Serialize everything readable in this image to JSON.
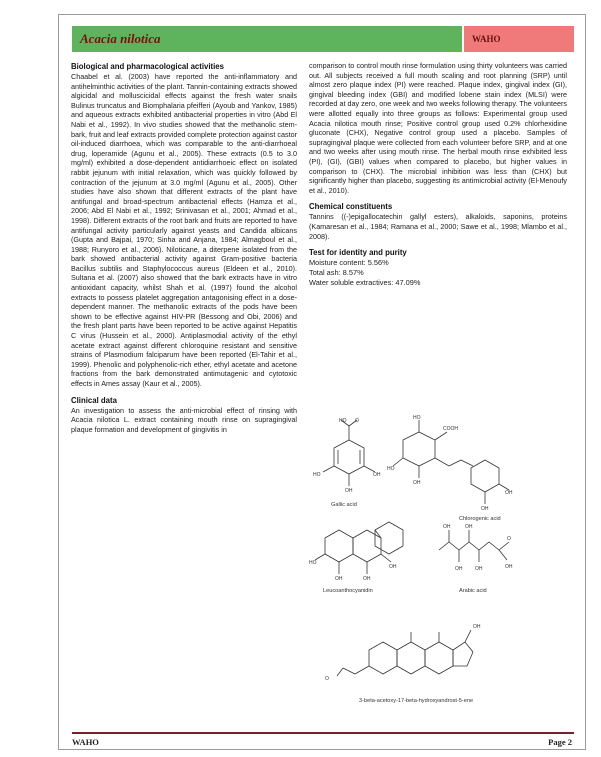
{
  "header": {
    "title": "Acacia nilotica",
    "tag": "WAHO"
  },
  "left_column": {
    "heading1": "Biological and pharmacological activities",
    "para1": "Chaabel et al. (2003) have reported the anti-inflammatory and antihelminthic activities of the plant. Tannin-containing extracts showed algicidal and molluscicidal effects against the fresh water snails Bulinus truncatus and Biomphalaria pfeifferi (Ayoub and Yankov, 1985) and aqueous extracts exhibited antibacterial properties in vitro (Abd El Nabi et al., 1992). In vivo studies showed that the methanolic stem-bark, fruit and leaf extracts provided complete protection against castor oil-induced diarrhoea, which was comparable to the anti-diarrhoeal drug, loperamide (Agunu et al., 2005). These extracts (0.5 to 3.0 mg/ml) exhibited a dose-dependent antidiarrhoeic effect on isolated rabbit jejunum with initial relaxation, which was quickly followed by contraction of the jejunum at 3.0 mg/ml (Agunu et al., 2005). Other studies have also shown that different extracts of the plant have antifungal and broad-spectrum antibacterial effects (Hamza et al., 2006; Abd El Nabi et al., 1992; Srinivasan et al., 2001; Ahmad et al., 1998). Different extracts of the root bark and fruits are reported to have antifungal activity particularly against yeasts and Candida albicans (Gupta and Bajpai, 1970; Sinha and Anjana, 1984; Almagboul et al., 1988; Runyoro et al., 2006). Niloticane, a diterpene isolated from the bark showed antibacterial activity against Gram-positive bacteria Bacillus subtilis and Staphylococcus aureus (Eldeen et al., 2010). Sultana et al. (2007) also showed that the bark extracts have in vitro antioxidant capacity, whilst Shah et al. (1997) found the alcohol extracts to possess platelet aggregation antagonising effect in a dose-dependent manner. The methanolic extracts of the pods have been shown to be effective against HIV-PR (Bessong and Obi, 2006) and the fresh plant parts have been reported to be active against Hepatitis C virus (Hussein et al., 2000). Antiplasmodial activity of the ethyl acetate extract against different chloroquine resistant and sensitive strains of Plasmodium falciparum have been reported (El-Tahir et al., 1999). Phenolic and polyphenolic-rich ether, ethyl acetate and acetone fractions from the bark demonstrated antimutagenic and cytotoxic effects in Ames assay (Kaur et al., 2005).",
    "heading2": "Clinical data",
    "para2": "An investigation to assess the anti-microbial effect of rinsing with Acacia nilotica L. extract containing mouth rinse on supragingival plaque formation and development of gingivitis in"
  },
  "right_column": {
    "para1": "comparison to control mouth rinse formulation using thirty volunteers was carried out. All subjects received a full mouth scaling and root planning (SRP) until almost zero plaque index (PI) were reached. Plaque index, gingival index (GI), gingival bleeding index (GBI) and modified lobene stain index (MLSI) were recorded at day zero, one week and two weeks following therapy. The volunteers were allotted equally into three groups as follows: Experimental group used Acacia nilotica mouth rinse; Positive control group used 0.2% chlorhexidine gluconate (CHX), Negative control group used a placebo. Samples of supragingival plaque were collected from each volunteer before SRP, and at one and two weeks after using mouth rinse. The herbal mouth rinse exhibited less (PI), (GI), (GBI) values when compared to placebo, but higher values in comparison to (CHX). The microbial inhibition was less than (CHX) but significantly higher than placebo, suggesting its antimicrobial activity (El-Menoufy et al., 2010).",
    "heading2": "Chemical constituents",
    "para2": "Tannins ((-)epigallocatechin gallyl esters), alkaloids, saponins, proteins (Kamaresan et al., 1984; Ramana et al., 2000; Sawe et al., 1998; Mlambo et al., 2008).",
    "heading3": "Test for identity and purity",
    "purity": [
      "Moisture content: 5.56%",
      "Total ash: 8.57%",
      "Water soluble extractives: 47.09%"
    ]
  },
  "figure": {
    "labels": [
      "Gallic acid",
      "Chlorogenic acid",
      "Leucoanthocyanidin",
      "Arabic acid",
      "3-beta-acetoxy-17-beta-hydroxyandrost-5-ene"
    ]
  },
  "footer": {
    "left": "WAHO",
    "right": "Page 2"
  }
}
